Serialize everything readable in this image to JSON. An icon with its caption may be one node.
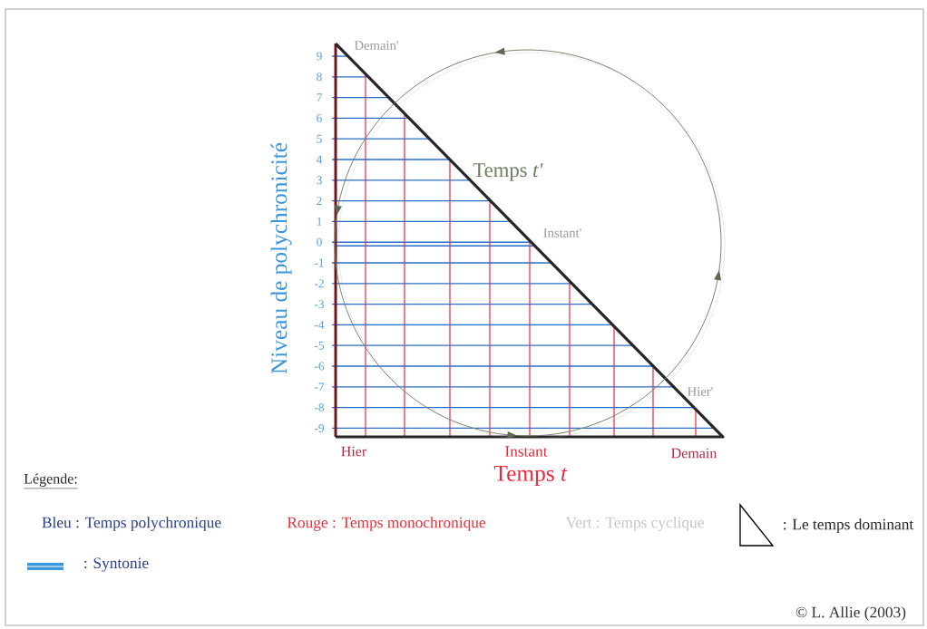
{
  "diagram": {
    "labels": [
      "Demain'",
      "9",
      "8",
      "7",
      "6",
      "5",
      "4",
      "3",
      "2",
      "1",
      "0",
      "-1",
      "-2",
      "-3",
      "-4",
      "-5",
      "-6",
      "-7",
      "-8",
      "-9",
      "Temps *t'*",
      "Instant'",
      "Niveau de polychronicité",
      "Hier'",
      "Hier",
      "Instant",
      "Demain",
      "Temps *t*",
      "Légende:",
      "© L. Allie (2003)"
    ],
    "legend": [
      {
        "text": "Bleu : Temps polychronique",
        "color": "#2b3f8f"
      },
      {
        "text": "Rouge : Temps monochronique",
        "color": "#e8303a"
      },
      {
        "text": "Vert : Temps cyclique",
        "color": "#c4c8c0"
      },
      {
        "text": ": Le temps dominant"
      },
      {
        "text": ": Syntonie"
      }
    ]
  }
}
